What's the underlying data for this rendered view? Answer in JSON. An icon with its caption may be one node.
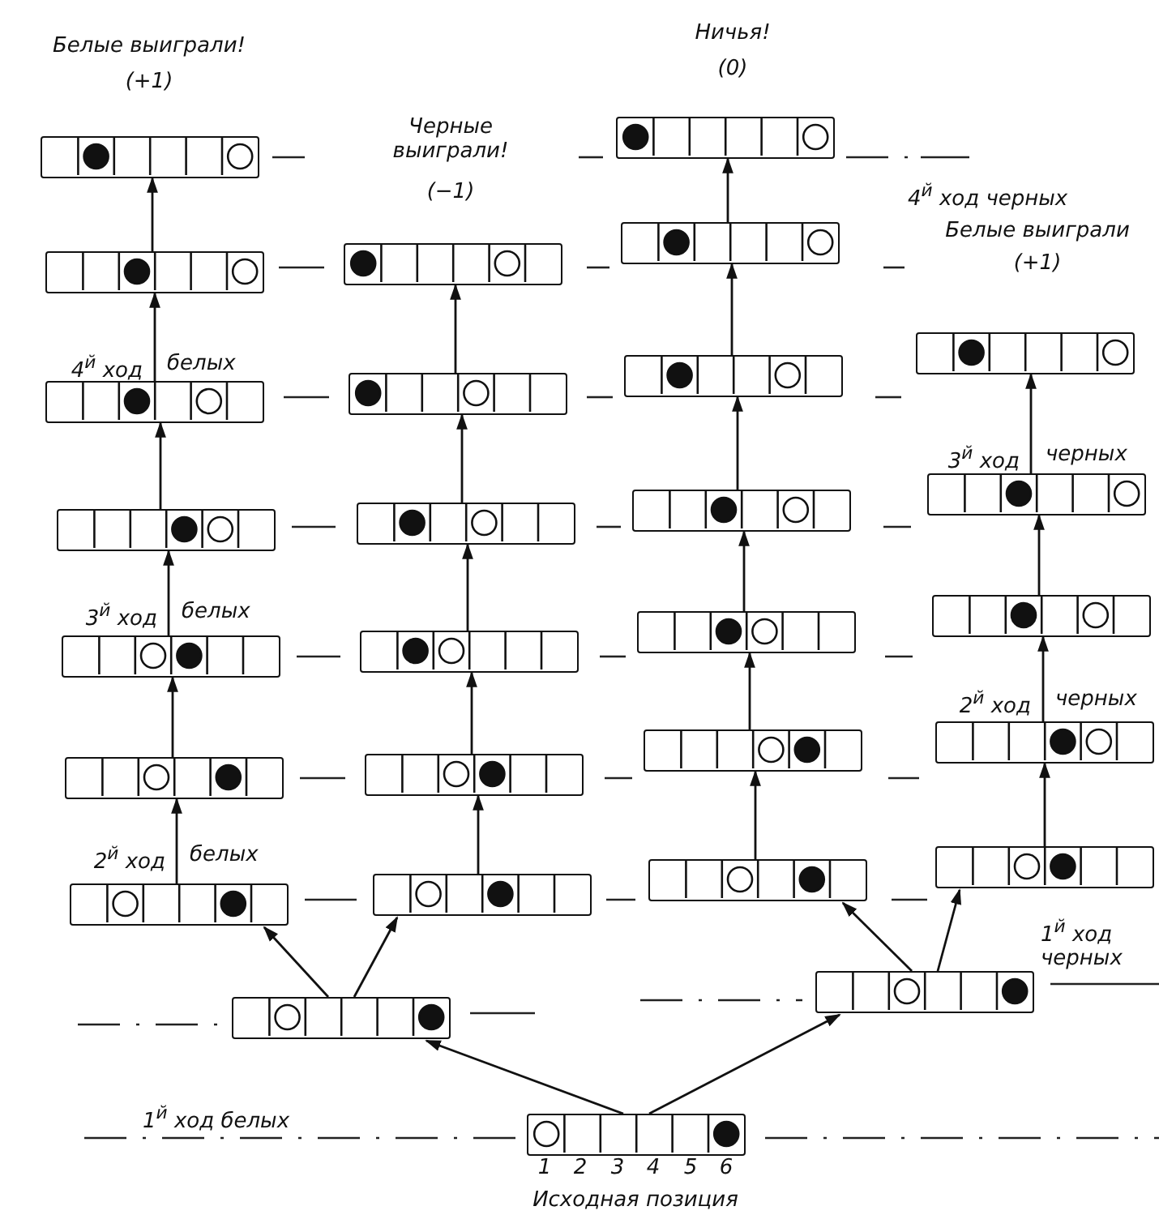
{
  "diagram": {
    "nodes": [
      {
        "text": [],
        "shape": "bar",
        "beside": [
          "Белые выиграли!",
          "(+1)"
        ]
      },
      {
        "text": [],
        "shape": "bar"
      },
      {
        "text": [],
        "shape": "bar"
      },
      {
        "text": [],
        "shape": "bar"
      },
      {
        "text": [],
        "shape": "bar"
      },
      {
        "text": [],
        "shape": "bar"
      },
      {
        "text": [],
        "shape": "bar"
      },
      {
        "text": [],
        "shape": "bar",
        "beside": [
          "Черные выиграли!",
          "(−1)"
        ]
      },
      {
        "text": [],
        "shape": "bar"
      },
      {
        "text": [],
        "shape": "bar"
      },
      {
        "text": [],
        "shape": "bar"
      },
      {
        "text": [],
        "shape": "bar"
      },
      {
        "text": [],
        "shape": "bar"
      },
      {
        "text": [],
        "shape": "bar",
        "beside": [
          "Ничья!",
          "(0)"
        ]
      },
      {
        "text": [],
        "shape": "bar"
      },
      {
        "text": [],
        "shape": "bar"
      },
      {
        "text": [],
        "shape": "bar"
      },
      {
        "text": [],
        "shape": "bar"
      },
      {
        "text": [],
        "shape": "bar"
      },
      {
        "text": [],
        "shape": "bar"
      },
      {
        "text": [],
        "shape": "bar",
        "beside": [
          "Белые выиграли",
          "(+1)"
        ]
      },
      {
        "text": [],
        "shape": "bar"
      },
      {
        "text": [],
        "shape": "bar"
      },
      {
        "text": [],
        "shape": "bar"
      },
      {
        "text": [],
        "shape": "bar"
      },
      {
        "text": [],
        "shape": "bar"
      },
      {
        "text": [],
        "shape": "bar"
      },
      {
        "text": [],
        "shape": "bar",
        "beside": [
          "Исходная позиция"
        ]
      }
    ],
    "edges": [
      {
        "from": 1,
        "to": 0,
        "arrow": "to"
      },
      {
        "from": 2,
        "to": 1,
        "arrow": "to"
      },
      {
        "from": 3,
        "to": 2,
        "arrow": "to"
      },
      {
        "from": 4,
        "to": 3,
        "arrow": "to"
      },
      {
        "from": 5,
        "to": 4,
        "arrow": "to"
      },
      {
        "from": 6,
        "to": 5,
        "arrow": "to"
      },
      {
        "from": 8,
        "to": 7,
        "arrow": "to"
      },
      {
        "from": 9,
        "to": 8,
        "arrow": "to"
      },
      {
        "from": 10,
        "to": 9,
        "arrow": "to"
      },
      {
        "from": 11,
        "to": 10,
        "arrow": "to"
      },
      {
        "from": 12,
        "to": 11,
        "arrow": "to"
      },
      {
        "from": 14,
        "to": 13,
        "arrow": "to"
      },
      {
        "from": 15,
        "to": 14,
        "arrow": "to"
      },
      {
        "from": 16,
        "to": 15,
        "arrow": "to"
      },
      {
        "from": 17,
        "to": 16,
        "arrow": "to"
      },
      {
        "from": 18,
        "to": 17,
        "arrow": "to"
      },
      {
        "from": 19,
        "to": 18,
        "arrow": "to"
      },
      {
        "from": 21,
        "to": 20,
        "arrow": "to"
      },
      {
        "from": 22,
        "to": 21,
        "arrow": "to"
      },
      {
        "from": 23,
        "to": 22,
        "arrow": "to"
      },
      {
        "from": 24,
        "to": 23,
        "arrow": "to"
      },
      {
        "from": 27,
        "to": 25,
        "arrow": "to"
      },
      {
        "from": 27,
        "to": 26,
        "arrow": "to"
      },
      {
        "from": 25,
        "to": 6,
        "arrow": "to"
      },
      {
        "from": 25,
        "to": 12,
        "arrow": "to"
      },
      {
        "from": 26,
        "to": 19,
        "arrow": "to"
      },
      {
        "from": 26,
        "to": 24,
        "arrow": "to"
      }
    ],
    "labels": [
      "4$^{й}$ ход черных",
      "4$^{й}$ ход",
      "белых",
      "3$^{й}$ ход",
      "черных",
      "3$^{й}$ ход",
      "белых",
      "2$^{й}$ ход",
      "черных",
      "2$^{й}$ ход",
      "белых",
      "1$^{й}$ ход черных",
      "1$^{й}$ ход белых",
      "1",
      "2",
      "3",
      "4",
      "5",
      "6"
    ]
  }
}
